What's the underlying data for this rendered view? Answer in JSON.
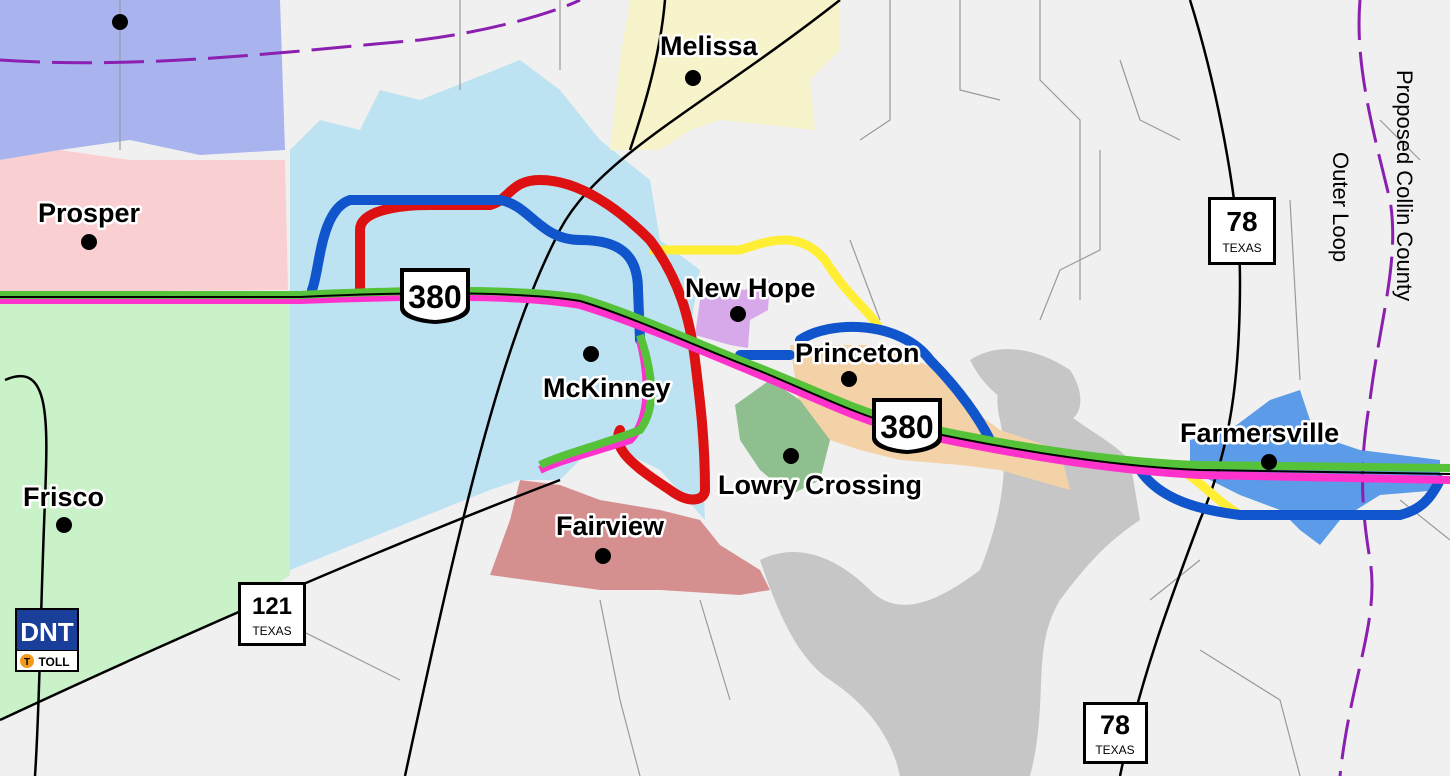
{
  "cities": [
    {
      "id": "melissa",
      "name": "Melissa"
    },
    {
      "id": "prosper",
      "name": "Prosper"
    },
    {
      "id": "new-hope",
      "name": "New Hope"
    },
    {
      "id": "princeton",
      "name": "Princeton"
    },
    {
      "id": "mckinney",
      "name": "McKinney"
    },
    {
      "id": "farmersville",
      "name": "Farmersville"
    },
    {
      "id": "lowry-crossing",
      "name": "Lowry Crossing"
    },
    {
      "id": "frisco",
      "name": "Frisco"
    },
    {
      "id": "fairview",
      "name": "Fairview"
    }
  ],
  "shields": {
    "us380_a": {
      "number": "380"
    },
    "us380_b": {
      "number": "380"
    },
    "sh78_a": {
      "number": "78",
      "state": "TEXAS"
    },
    "sh78_b": {
      "number": "78",
      "state": "TEXAS"
    },
    "sh121": {
      "number": "121",
      "state": "TEXAS"
    },
    "dnt": {
      "top": "DNT",
      "bottom": "TOLL",
      "badge": "T"
    }
  },
  "outer_loop_label": {
    "line1": "Proposed Collin County",
    "line2": "Outer Loop"
  },
  "colors": {
    "background": "#f0f0f0",
    "mckinney": "#bde3f2",
    "prosper": "#f9cfd2",
    "frisco": "#c9f2c9",
    "celina": "#a9b3ee",
    "melissa": "#f7f4cc",
    "new_hope": "#d7a8ea",
    "princeton": "#f3d2a8",
    "lowry_crossing": "#8fbf8f",
    "fairview": "#d68f8f",
    "farmersville": "#5b9be8",
    "lake": "#c6c6c6",
    "route_blue": "#1155cc",
    "route_red": "#dd1111",
    "route_yellow": "#ffee33",
    "route_green": "#55c23a",
    "route_magenta": "#ff33cc",
    "outer_loop": "#8a1fb0"
  }
}
